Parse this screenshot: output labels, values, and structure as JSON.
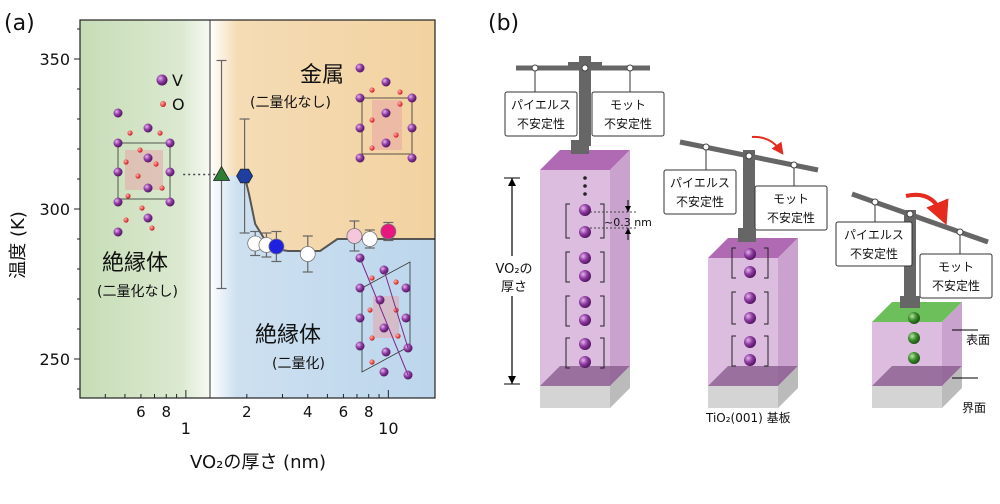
{
  "panel_a": {
    "label": "(a)",
    "regions": {
      "metal": "金属",
      "metal_sub": "(二量化なし)",
      "insulator_left": "絶縁体",
      "insulator_left_sub": "(二量化なし)",
      "insulator_right": "絶縁体",
      "insulator_right_sub": "(二量化)"
    },
    "legend": {
      "v": "V",
      "o": "O"
    },
    "colors": {
      "metal": "#f3d6aa",
      "insulator_right": "#c4dbee",
      "insulator_left": "#c9dfbb",
      "curve": "#555555"
    }
  },
  "chart_data": {
    "type": "scatter",
    "xlabel": "VO₂の厚さ (nm)",
    "ylabel": "温度 (K)",
    "xscale": "log",
    "xlim": [
      0.3,
      17
    ],
    "ylim": [
      237,
      363
    ],
    "x_tick_labels": [
      "6",
      "8",
      "1",
      "2",
      "4",
      "6",
      "8",
      "10"
    ],
    "x_tick_values": [
      0.6,
      0.8,
      1,
      2,
      4,
      6,
      8,
      10
    ],
    "y_ticks": [
      250,
      300,
      350
    ],
    "points": [
      {
        "x": 1.5,
        "y": 311.5,
        "err": 38,
        "color": "#2e7d32",
        "marker": "triangle"
      },
      {
        "x": 1.95,
        "y": 311,
        "err": 19,
        "color": "#1e3fa0",
        "marker": "hexagon"
      },
      {
        "x": 2.2,
        "y": 288.5,
        "err": 4,
        "color": "#ffffff",
        "marker": "circle"
      },
      {
        "x": 2.5,
        "y": 288,
        "err": 4,
        "color": "#ffffff",
        "marker": "circle"
      },
      {
        "x": 2.8,
        "y": 287.5,
        "err": 5,
        "color": "#2020e0",
        "marker": "circle"
      },
      {
        "x": 4.0,
        "y": 285,
        "err": 6,
        "color": "#ffffff",
        "marker": "circle"
      },
      {
        "x": 6.8,
        "y": 291,
        "err": 5,
        "color": "#f5c6dc",
        "marker": "circle"
      },
      {
        "x": 8.1,
        "y": 290,
        "err": 3,
        "color": "#ffffff",
        "marker": "circle"
      },
      {
        "x": 10.0,
        "y": 292.5,
        "err": 3,
        "color": "#e6177e",
        "marker": "circle"
      }
    ],
    "transition_curve": [
      {
        "x": 1.95,
        "y": 311
      },
      {
        "x": 2.05,
        "y": 305
      },
      {
        "x": 2.2,
        "y": 295
      },
      {
        "x": 2.6,
        "y": 287
      },
      {
        "x": 3.2,
        "y": 286
      },
      {
        "x": 4.6,
        "y": 286
      },
      {
        "x": 5.6,
        "y": 290
      },
      {
        "x": 8.0,
        "y": 290
      },
      {
        "x": 17,
        "y": 290
      }
    ],
    "insulator_line": {
      "x_from": 0.97,
      "x_to": 1.5,
      "y": 311.5
    }
  },
  "panel_b": {
    "label": "(b)",
    "peierls": "パイエルス\n不安定性",
    "mott": "モット\n不安定性",
    "thickness_label": "VO₂の\n厚さ",
    "spacing_label": "~0.3 nm",
    "substrate_label": "TiO₂(001) 基板",
    "surface_label": "表面",
    "interface_label": "界面",
    "colors": {
      "film": "#d9b8dd",
      "top": "#b06ab3",
      "atom": "#7b2a8a",
      "green_top": "#6cbf5a",
      "green_atom": "#2e7d22",
      "substrate": "#d0d0d0",
      "arrow": "#e52a1e"
    }
  }
}
